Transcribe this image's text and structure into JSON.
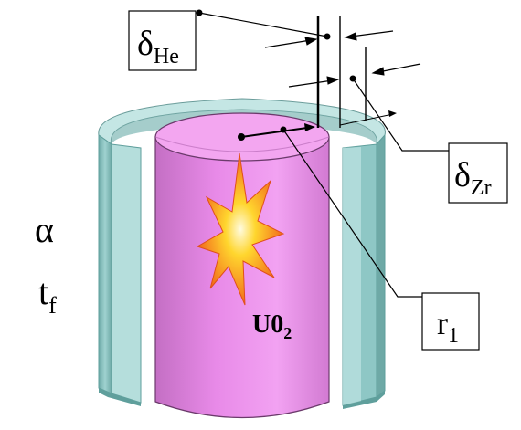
{
  "labels": {
    "delta_he": {
      "symbol": "δ",
      "subscript": "He"
    },
    "delta_zr": {
      "symbol": "δ",
      "subscript": "Zr"
    },
    "r1": {
      "symbol": "r",
      "subscript": "1"
    },
    "alpha": "α",
    "tf": {
      "symbol": "t",
      "subscript": "f"
    },
    "fuel": {
      "symbol": "U0",
      "subscript": "2"
    }
  },
  "colors": {
    "fuel_pellet": "#e987e9",
    "fuel_pellet_top": "#f3a6f0",
    "cladding": "#8ec7c5",
    "cladding_light": "#c4e6e4",
    "cladding_dark": "#5f9f9c",
    "fission_burst_outer": "#f26a1b",
    "fission_burst_inner": "#ffd62e"
  }
}
